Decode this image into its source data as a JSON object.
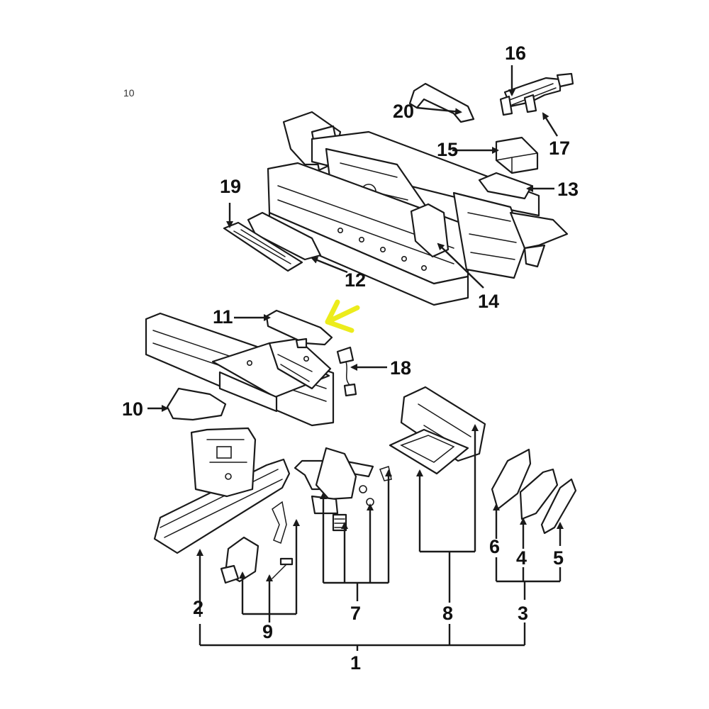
{
  "colors": {
    "line": "#1a1a1a",
    "background": "#ffffff",
    "highlight_arrow": "#ecec1c"
  },
  "callouts": {
    "c1": "1",
    "c2": "2",
    "c3": "3",
    "c4": "4",
    "c5": "5",
    "c6": "6",
    "c7": "7",
    "c8": "8",
    "c9": "9",
    "c10": "10",
    "c11": "11",
    "c12": "12",
    "c13": "13",
    "c14": "14",
    "c15": "15",
    "c16": "16",
    "c17": "17",
    "c18": "18",
    "c19": "19",
    "c20": "20"
  },
  "corner_mark": "10",
  "highlighted_part": "11"
}
